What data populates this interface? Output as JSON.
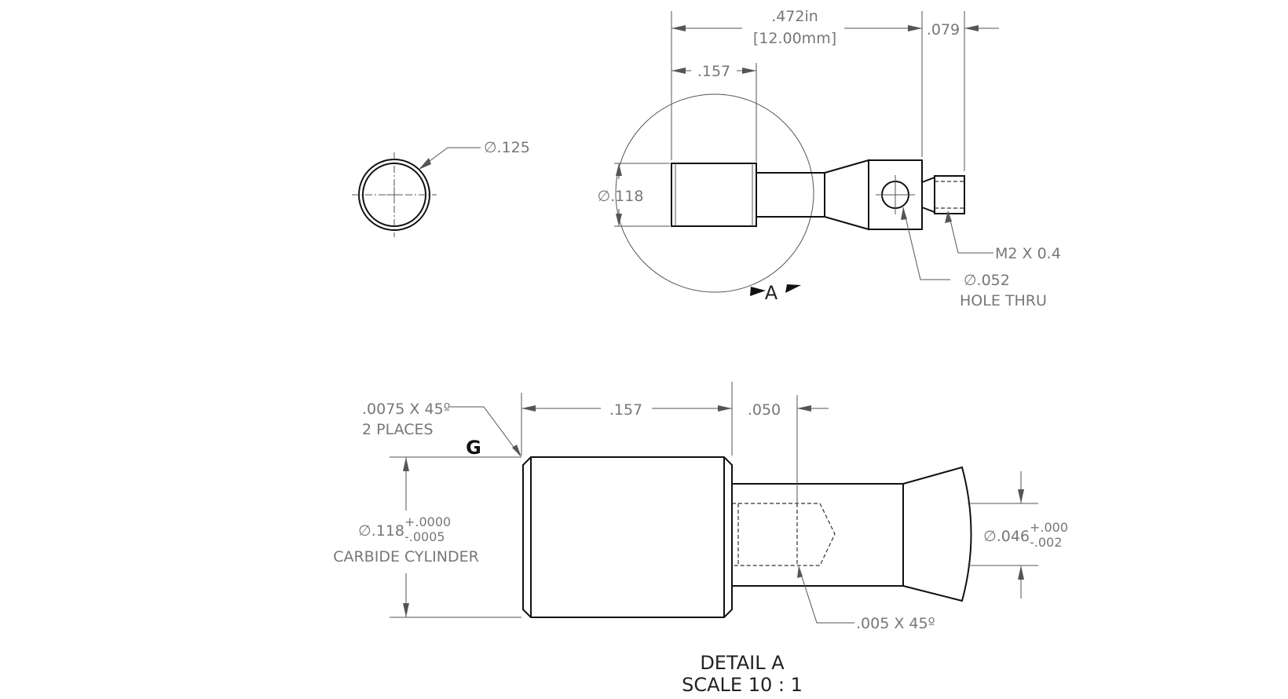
{
  "side_view": {
    "dim_overall": ".472in",
    "dim_overall_mm": "[12.00mm]",
    "dim_079": ".079",
    "dim_157": ".157",
    "dim_dia118": "∅.118",
    "thread_callout": "M2 X 0.4",
    "hole_dia": "∅.052",
    "hole_note": "HOLE THRU",
    "detail_marker": "A"
  },
  "end_view": {
    "dia_label": "∅.125"
  },
  "detail": {
    "chamfer_label": ".0075 X 45º",
    "chamfer_places": "2 PLACES",
    "datum": "G",
    "dim_157": ".157",
    "dim_050": ".050",
    "cyl_dia": "∅.118",
    "cyl_tol_plus": "+.0000",
    "cyl_tol_minus": "-.0005",
    "cyl_note": "CARBIDE CYLINDER",
    "pin_dia": "∅.046",
    "pin_tol_plus": "+.000",
    "pin_tol_minus": "-.002",
    "chamfer2_label": ".005 X 45º",
    "title": "DETAIL A",
    "scale": "SCALE 10 : 1"
  }
}
